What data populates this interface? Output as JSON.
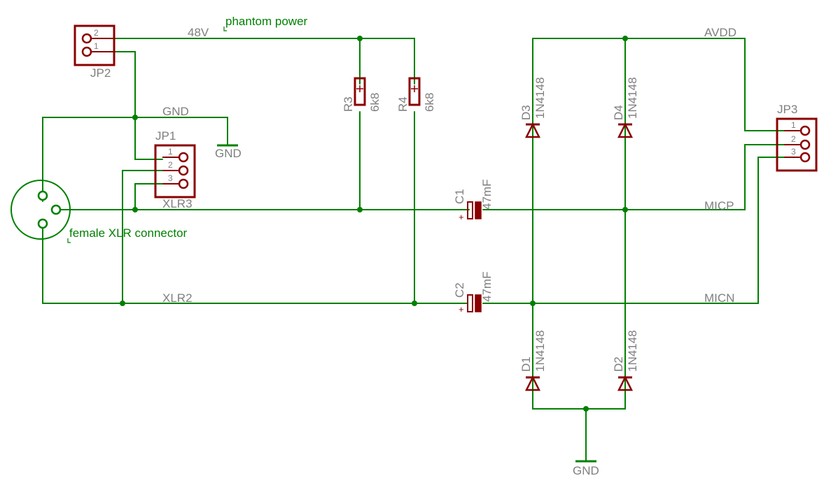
{
  "notes": {
    "phantom_power": "phantom power",
    "xlr_connector": "female XLR connector"
  },
  "nets": {
    "v48": "48V",
    "gnd_top": "GND",
    "gnd_symbol_top": "GND",
    "gnd_symbol_bottom": "GND",
    "xlr3": "XLR3",
    "xlr2": "XLR2",
    "avdd": "AVDD",
    "micp": "MICP",
    "micn": "MICN"
  },
  "components": {
    "jp1": {
      "name": "JP1",
      "pins": [
        "1",
        "2",
        "3"
      ]
    },
    "jp2": {
      "name": "JP2",
      "pins": [
        "2",
        "1"
      ]
    },
    "jp3": {
      "name": "JP3",
      "pins": [
        "1",
        "2",
        "3"
      ]
    },
    "r3": {
      "name": "R3",
      "value": "6k8"
    },
    "r4": {
      "name": "R4",
      "value": "6k8"
    },
    "c1": {
      "name": "C1",
      "value": "47mF",
      "polarity": "+"
    },
    "c2": {
      "name": "C2",
      "value": "47mF",
      "polarity": "+"
    },
    "d1": {
      "name": "D1",
      "value": "1N4148"
    },
    "d2": {
      "name": "D2",
      "value": "1N4148"
    },
    "d3": {
      "name": "D3",
      "value": "1N4148"
    },
    "d4": {
      "name": "D4",
      "value": "1N4148"
    }
  },
  "colors": {
    "wire": "#008000",
    "symbol": "#8b0000",
    "label": "#7f7f7f",
    "background": "#ffffff"
  }
}
